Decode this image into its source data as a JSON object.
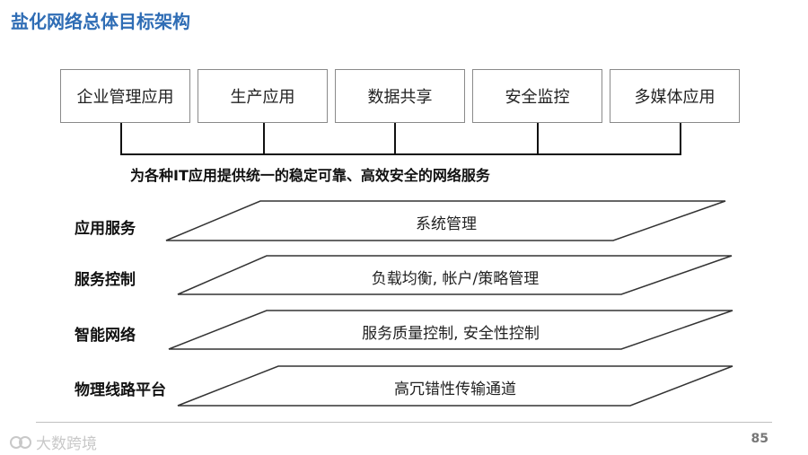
{
  "title": "盐化网络总体目标架构",
  "applications": [
    "企业管理应用",
    "生产应用",
    "数据共享",
    "安全监控",
    "多媒体应用"
  ],
  "tagline": "为各种IT应用提供统一的稳定可靠、高效安全的网络服务",
  "layers": [
    {
      "label": "应用服务",
      "content": "系统管理"
    },
    {
      "label": "服务控制",
      "content": "负载均衡, 帐户/策略管理"
    },
    {
      "label": "智能网络",
      "content": "服务质量控制, 安全性控制"
    },
    {
      "label": "物理线路平台",
      "content": "高冗错性传输通道"
    }
  ],
  "watermark": "大数跨境",
  "page_number": "85"
}
